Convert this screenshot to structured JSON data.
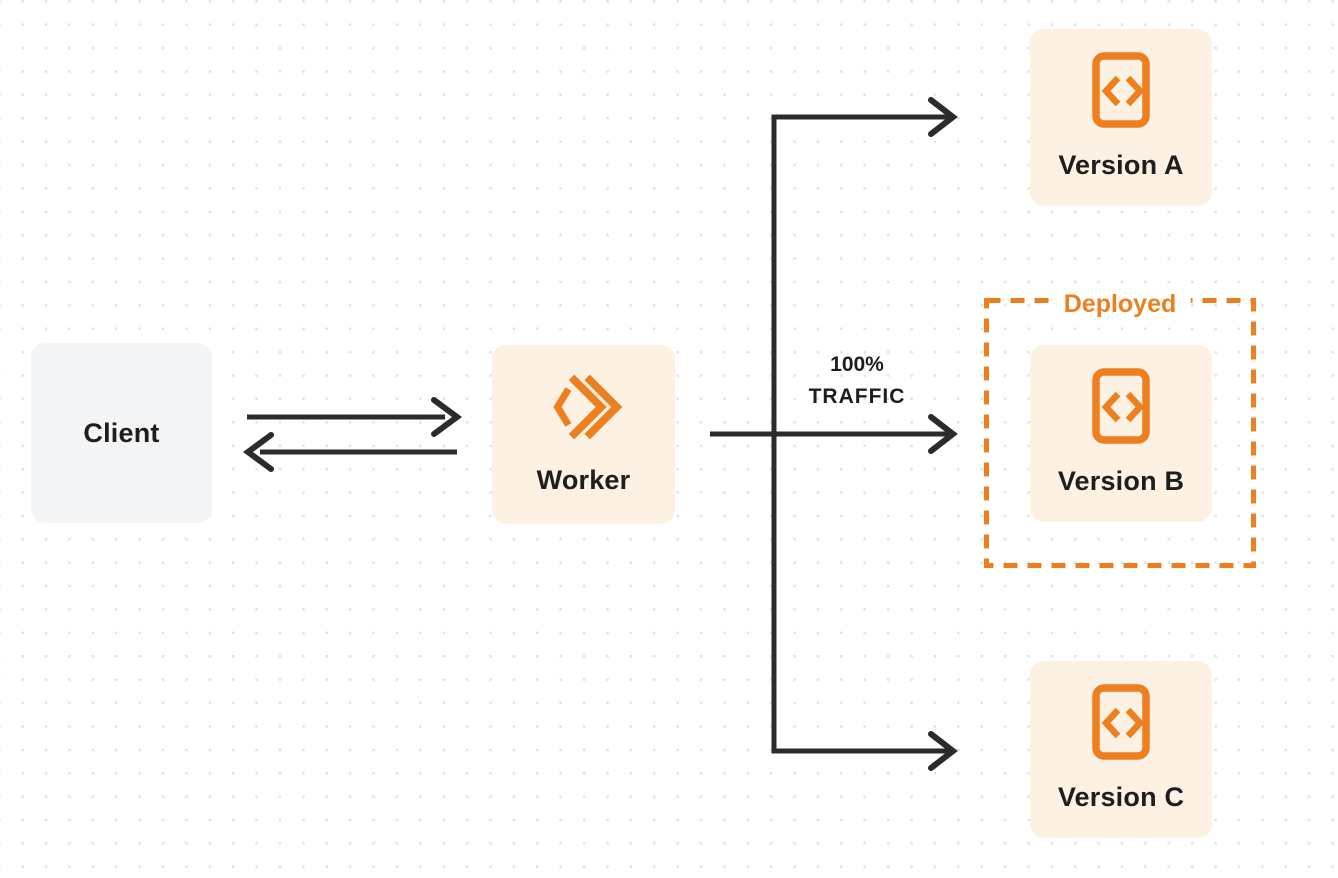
{
  "diagram": {
    "client": {
      "label": "Client"
    },
    "worker": {
      "label": "Worker",
      "icon": "cloudflare-workers-logo"
    },
    "versions": [
      {
        "id": "version-a",
        "label": "Version A",
        "icon": "code-file-icon"
      },
      {
        "id": "version-b",
        "label": "Version B",
        "icon": "code-file-icon",
        "status": "Deployed"
      },
      {
        "id": "version-c",
        "label": "Version C",
        "icon": "code-file-icon"
      }
    ],
    "deployed_label": "Deployed",
    "traffic_label": {
      "line1": "100%",
      "line2": "TRAFFIC"
    },
    "colors": {
      "accent_orange": "#EE7F1F",
      "node_cream_fill": "#FCF1E2",
      "client_gray_fill": "#F4F5F7",
      "ink": "#2B2B2B",
      "background": "#FFFFFF",
      "dot_grid": "#E2E2E2"
    }
  }
}
